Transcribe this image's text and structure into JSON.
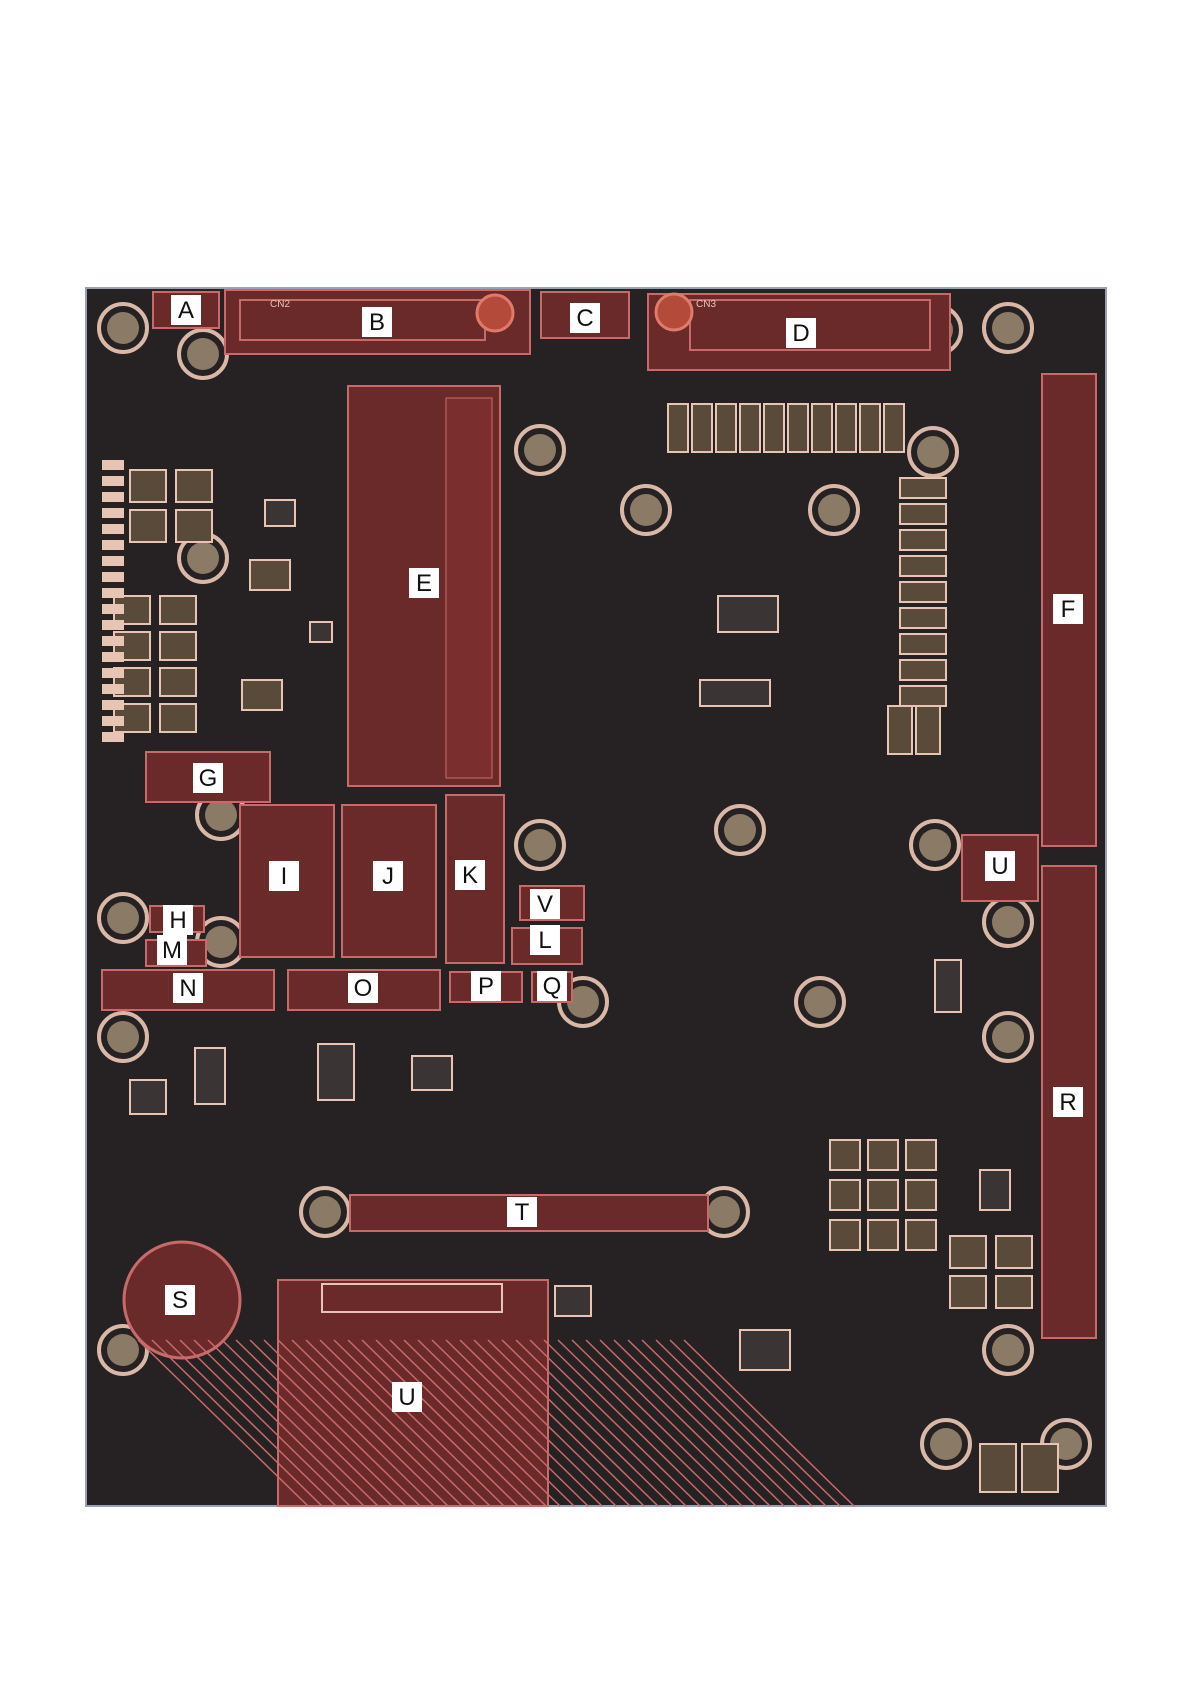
{
  "diagram": {
    "colors": {
      "pcb": "#262223",
      "component": "#6b2a2a",
      "component_stroke": "#c96a6a",
      "pad": "#e8c4b4",
      "hole_ring": "#d9b8a8",
      "hole_core": "#8a7a66",
      "label_bg": "#ffffff"
    },
    "silk_labels": {
      "b": "CN2",
      "d": "CN3"
    },
    "callouts": [
      {
        "id": "A",
        "name": "callout-a"
      },
      {
        "id": "B",
        "name": "callout-b"
      },
      {
        "id": "C",
        "name": "callout-c"
      },
      {
        "id": "D",
        "name": "callout-d"
      },
      {
        "id": "E",
        "name": "callout-e"
      },
      {
        "id": "F",
        "name": "callout-f"
      },
      {
        "id": "G",
        "name": "callout-g"
      },
      {
        "id": "H",
        "name": "callout-h"
      },
      {
        "id": "I",
        "name": "callout-i"
      },
      {
        "id": "J",
        "name": "callout-j"
      },
      {
        "id": "K",
        "name": "callout-k"
      },
      {
        "id": "L",
        "name": "callout-l"
      },
      {
        "id": "M",
        "name": "callout-m"
      },
      {
        "id": "N",
        "name": "callout-n"
      },
      {
        "id": "O",
        "name": "callout-o"
      },
      {
        "id": "P",
        "name": "callout-p"
      },
      {
        "id": "Q",
        "name": "callout-q"
      },
      {
        "id": "R",
        "name": "callout-r"
      },
      {
        "id": "S",
        "name": "callout-s"
      },
      {
        "id": "T",
        "name": "callout-t"
      },
      {
        "id": "U",
        "name": "callout-u-top"
      },
      {
        "id": "U",
        "name": "callout-u-bottom"
      },
      {
        "id": "V",
        "name": "callout-v"
      }
    ]
  }
}
